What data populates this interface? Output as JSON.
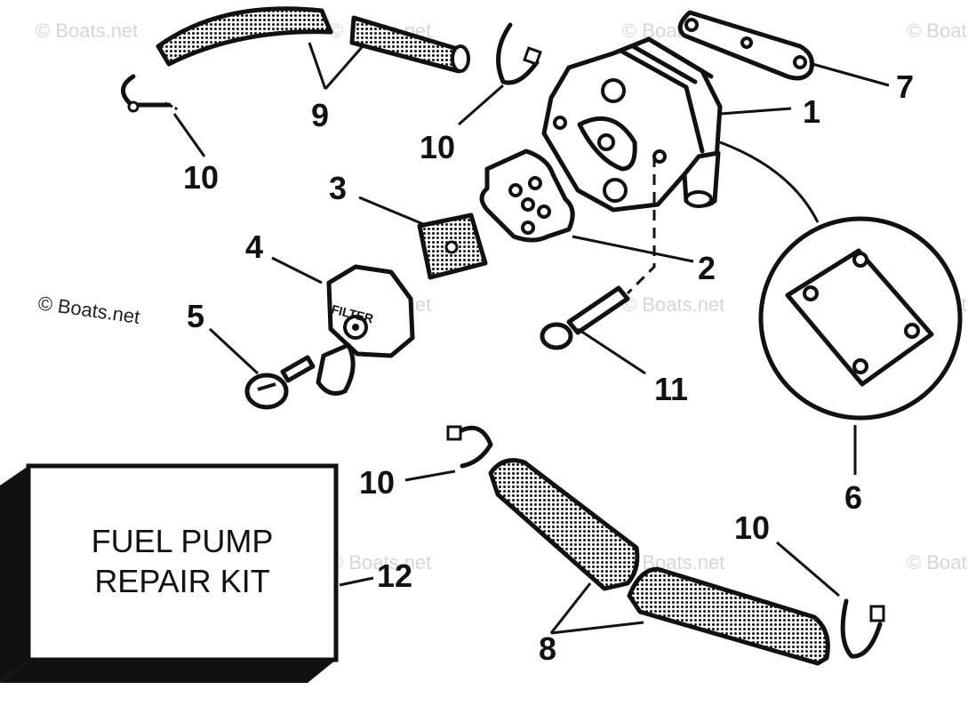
{
  "watermark": "© Boats.net",
  "kit_label": {
    "line1": "FUEL PUMP",
    "line2": "REPAIR KIT"
  },
  "callouts": {
    "c1": "1",
    "c2": "2",
    "c3": "3",
    "c4": "4",
    "c5": "5",
    "c6": "6",
    "c7": "7",
    "c8": "8",
    "c9": "9",
    "c10a": "10",
    "c10b": "10",
    "c10c": "10",
    "c10d": "10",
    "c11": "11",
    "c12": "12"
  },
  "filter_text": "FILTER",
  "colors": {
    "ink": "#111111",
    "paper": "#ffffff",
    "watermark": "#d6d6d6"
  }
}
